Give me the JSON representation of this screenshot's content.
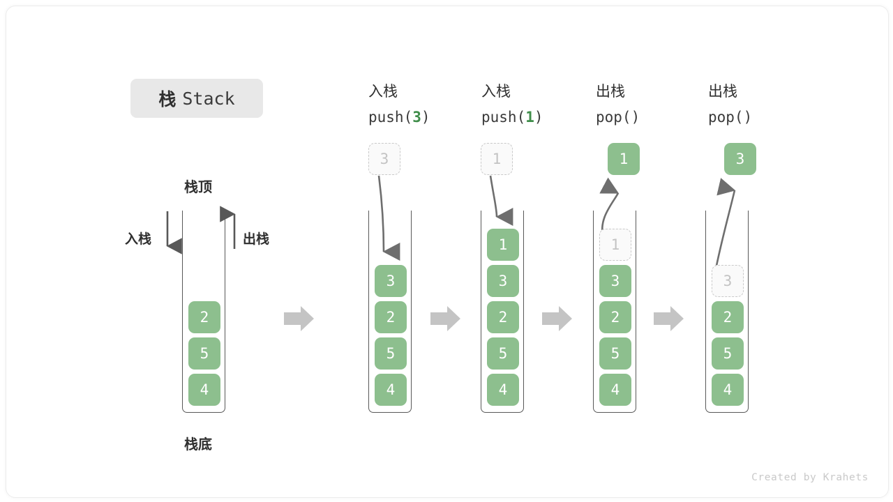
{
  "canvas": {
    "background": "#ffffff",
    "accent_green": "#8dbf8e",
    "accent_green_text": "#3f8d4a",
    "line_color": "#585858",
    "ghost_color": "#c3c3c3",
    "block_arrow_color": "#c4c4c4"
  },
  "title": {
    "cn": "栈",
    "en": "Stack"
  },
  "labels": {
    "top": "栈顶",
    "bottom": "栈底",
    "push": "入栈",
    "pop": "出栈"
  },
  "watermark": "Created by Krahets",
  "stages": [
    {
      "id": "initial",
      "header_cn": "",
      "header_code": "",
      "cells": [
        {
          "value": "2",
          "state": "filled"
        },
        {
          "value": "5",
          "state": "filled"
        },
        {
          "value": "4",
          "state": "filled"
        }
      ],
      "float_cell": null,
      "arrow": null
    },
    {
      "id": "push-3",
      "header_cn": "入栈",
      "header_code": "push(",
      "header_arg": "3",
      "header_code_tail": ")",
      "cells": [
        {
          "value": "3",
          "state": "filled"
        },
        {
          "value": "2",
          "state": "filled"
        },
        {
          "value": "5",
          "state": "filled"
        },
        {
          "value": "4",
          "state": "filled"
        }
      ],
      "float_cell": {
        "value": "3",
        "state": "ghost"
      },
      "arrow": "down"
    },
    {
      "id": "push-1",
      "header_cn": "入栈",
      "header_code": "push(",
      "header_arg": "1",
      "header_code_tail": ")",
      "cells": [
        {
          "value": "1",
          "state": "filled"
        },
        {
          "value": "3",
          "state": "filled"
        },
        {
          "value": "2",
          "state": "filled"
        },
        {
          "value": "5",
          "state": "filled"
        },
        {
          "value": "4",
          "state": "filled"
        }
      ],
      "float_cell": {
        "value": "1",
        "state": "ghost"
      },
      "arrow": "down"
    },
    {
      "id": "pop-1",
      "header_cn": "出栈",
      "header_code": "pop()",
      "header_arg": "",
      "header_code_tail": "",
      "cells": [
        {
          "value": "1",
          "state": "ghost"
        },
        {
          "value": "3",
          "state": "filled"
        },
        {
          "value": "2",
          "state": "filled"
        },
        {
          "value": "5",
          "state": "filled"
        },
        {
          "value": "4",
          "state": "filled"
        }
      ],
      "float_cell": {
        "value": "1",
        "state": "filled"
      },
      "arrow": "up"
    },
    {
      "id": "pop-3",
      "header_cn": "出栈",
      "header_code": "pop()",
      "header_arg": "",
      "header_code_tail": "",
      "cells": [
        {
          "value": "",
          "state": "blank"
        },
        {
          "value": "3",
          "state": "ghost"
        },
        {
          "value": "2",
          "state": "filled"
        },
        {
          "value": "5",
          "state": "filled"
        },
        {
          "value": "4",
          "state": "filled"
        }
      ],
      "float_cell": {
        "value": "3",
        "state": "filled"
      },
      "arrow": "up"
    }
  ],
  "separators": [
    {
      "id": "sep-1"
    },
    {
      "id": "sep-2"
    },
    {
      "id": "sep-3"
    },
    {
      "id": "sep-4"
    }
  ]
}
